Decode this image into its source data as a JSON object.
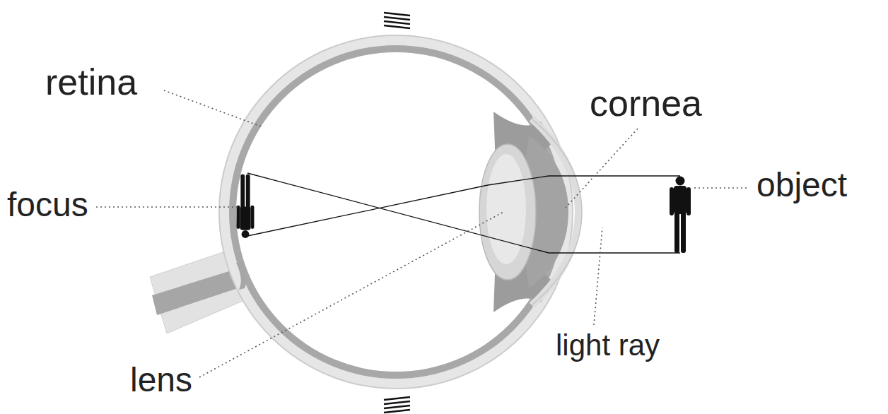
{
  "diagram": {
    "labels": [
      "retina",
      "cornea",
      "focus",
      "object",
      "lens",
      "light ray"
    ]
  }
}
